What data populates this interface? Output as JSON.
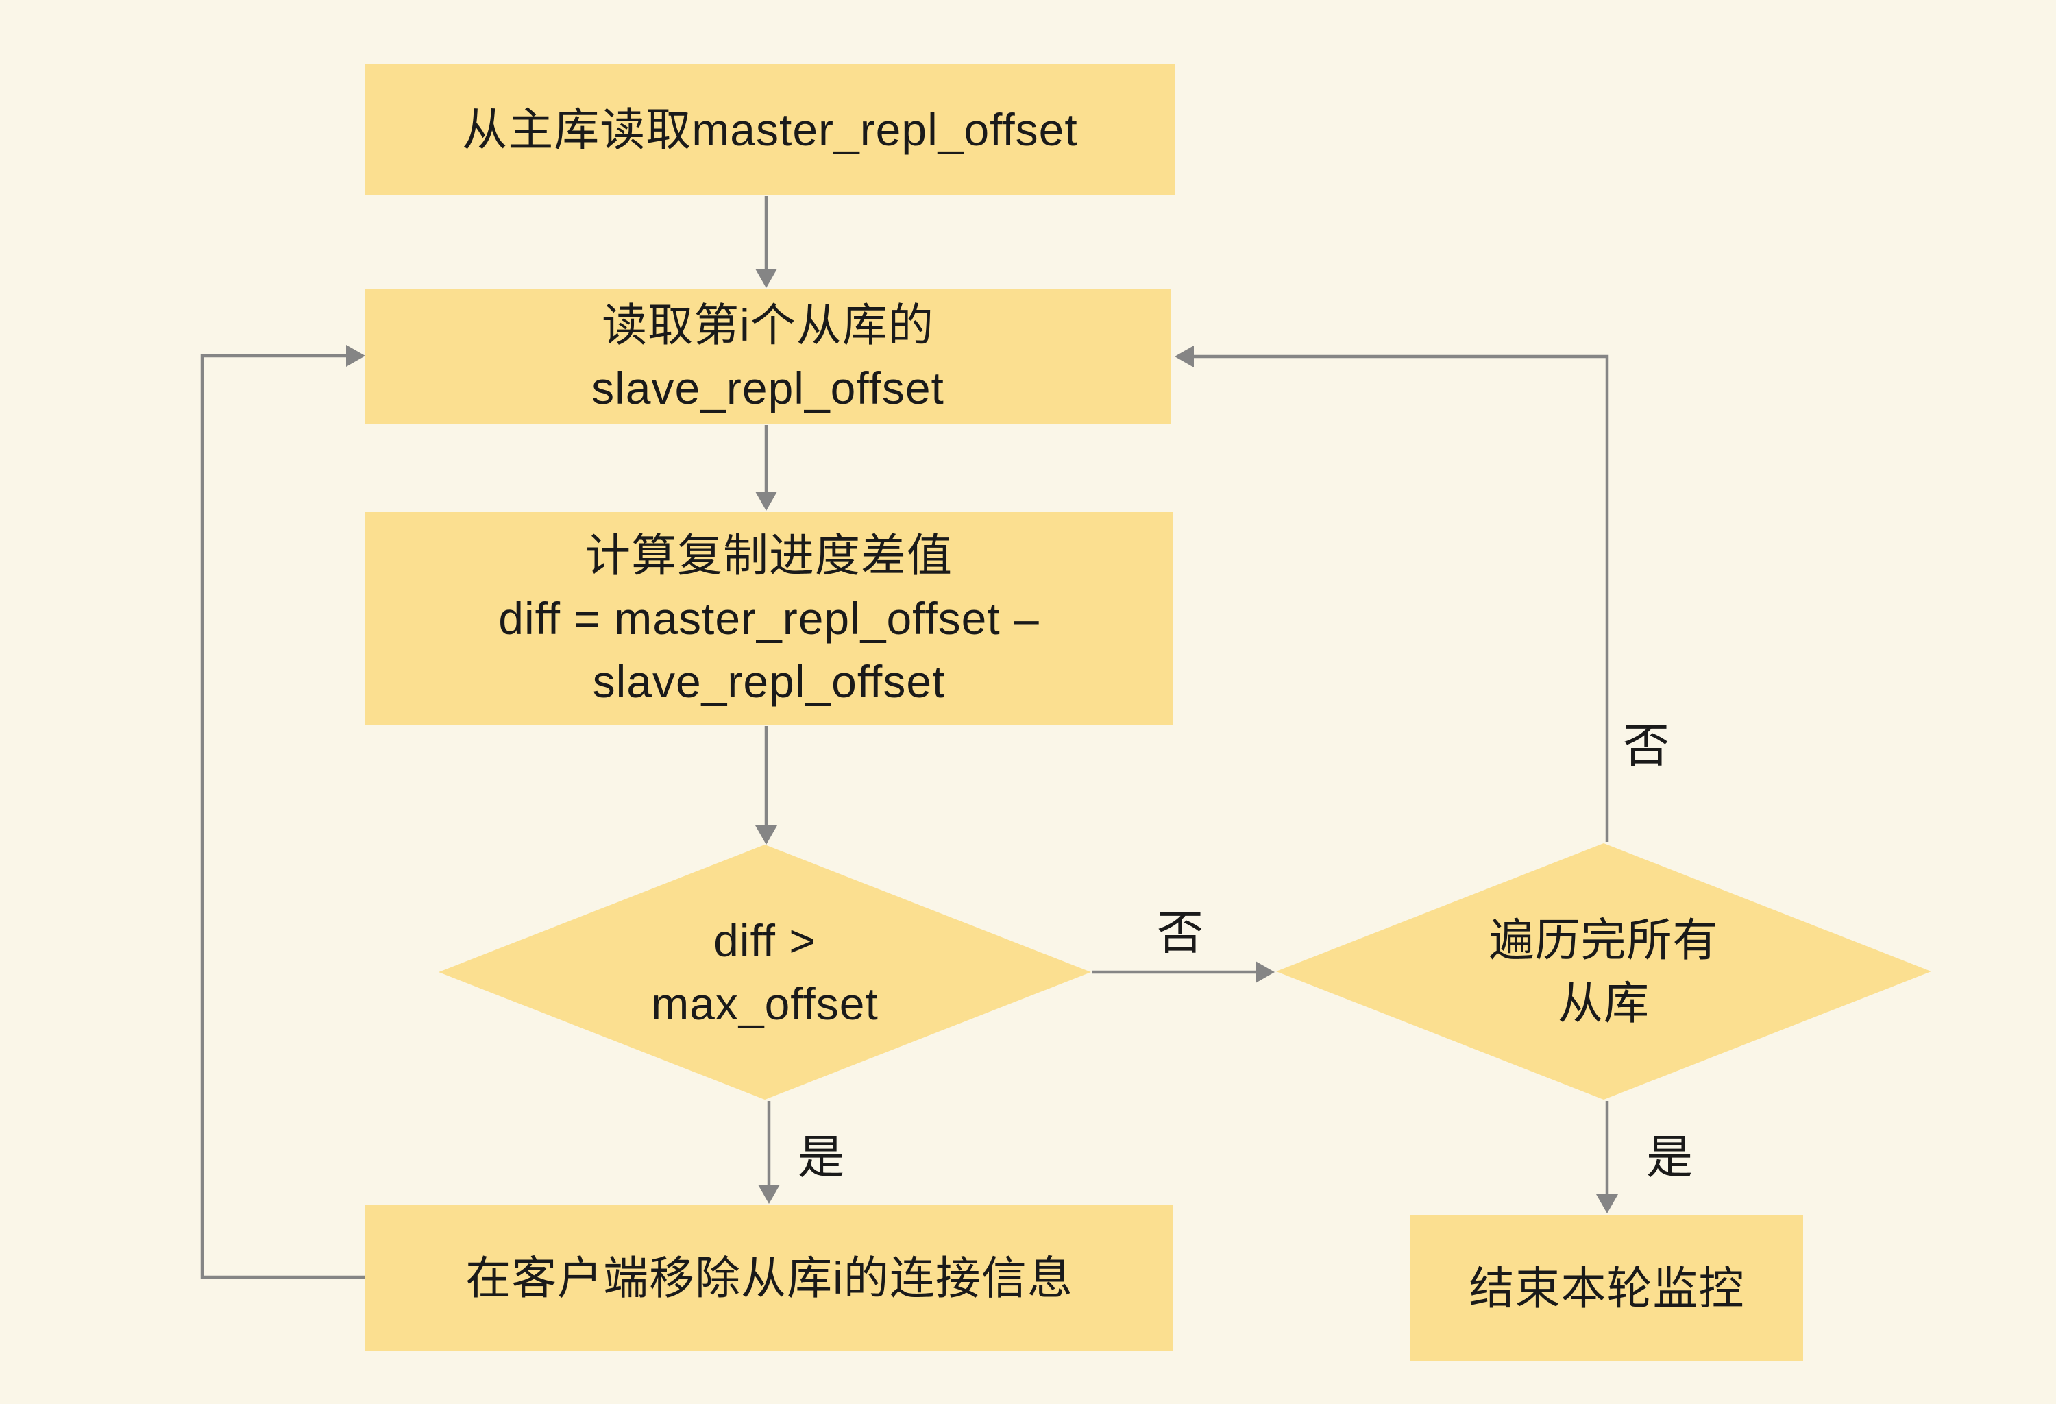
{
  "flowchart": {
    "nodes": {
      "read_master": {
        "lines": [
          "从主库读取master_repl_offset"
        ]
      },
      "read_slave": {
        "lines": [
          "读取第i个从库的",
          "slave_repl_offset"
        ]
      },
      "calc_diff": {
        "lines": [
          "计算复制进度差值",
          "diff = master_repl_offset –",
          "slave_repl_offset"
        ]
      },
      "check_diff": {
        "lines": [
          "diff >",
          "max_offset"
        ]
      },
      "check_done": {
        "lines": [
          "遍历完所有",
          "从库"
        ]
      },
      "remove_slave": {
        "lines": [
          "在客户端移除从库i的连接信息"
        ]
      },
      "end_round": {
        "lines": [
          "结束本轮监控"
        ]
      }
    },
    "edge_labels": {
      "diff_no": "否",
      "diff_yes": "是",
      "done_no": "否",
      "done_yes": "是"
    },
    "colors": {
      "background": "#faf6e8",
      "node_fill": "#fbdf90",
      "connector": "#858585",
      "text": "#1a1a1a"
    }
  }
}
